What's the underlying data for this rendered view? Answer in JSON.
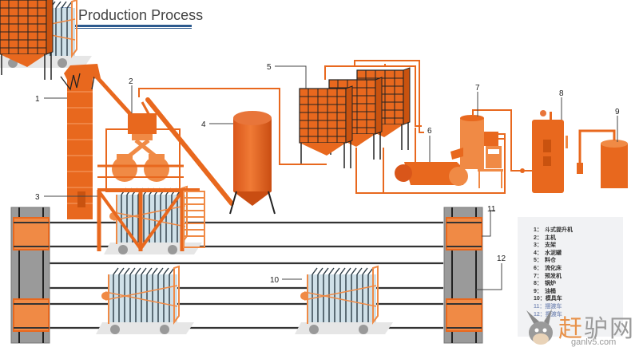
{
  "header": {
    "title_cn": "生产流程",
    "title_en": "Production Process"
  },
  "colors": {
    "accent_orange": "#e8681e",
    "light_orange": "#f08a45",
    "header_blue": "#2d5a8e",
    "rail_gray": "#9a9a9a",
    "mold_blue": "#cfe0e8"
  },
  "callouts": [
    {
      "id": "1",
      "label": "1"
    },
    {
      "id": "2",
      "label": "2"
    },
    {
      "id": "3",
      "label": "3"
    },
    {
      "id": "4",
      "label": "4"
    },
    {
      "id": "5",
      "label": "5"
    },
    {
      "id": "6",
      "label": "6"
    },
    {
      "id": "7",
      "label": "7"
    },
    {
      "id": "8",
      "label": "8"
    },
    {
      "id": "9",
      "label": "9"
    },
    {
      "id": "10",
      "label": "10"
    },
    {
      "id": "11",
      "label": "11"
    },
    {
      "id": "12",
      "label": "12"
    }
  ],
  "legend": {
    "items": [
      {
        "num": "1：",
        "text": "斗式提升机"
      },
      {
        "num": "2：",
        "text": "主机"
      },
      {
        "num": "3：",
        "text": "支架"
      },
      {
        "num": "4：",
        "text": "水泥罐"
      },
      {
        "num": "5：",
        "text": "料仓"
      },
      {
        "num": "6：",
        "text": "流化床"
      },
      {
        "num": "7：",
        "text": "预发机"
      },
      {
        "num": "8：",
        "text": "锅炉"
      },
      {
        "num": "9：",
        "text": "油桶"
      },
      {
        "num": "10：",
        "text": "模具车"
      },
      {
        "num": "11：",
        "text": "摆渡车"
      },
      {
        "num": "12：",
        "text": "摆渡车"
      }
    ]
  },
  "watermark": {
    "text_a": "赶",
    "text_b": "驴网",
    "url": "ganlv5.com"
  }
}
